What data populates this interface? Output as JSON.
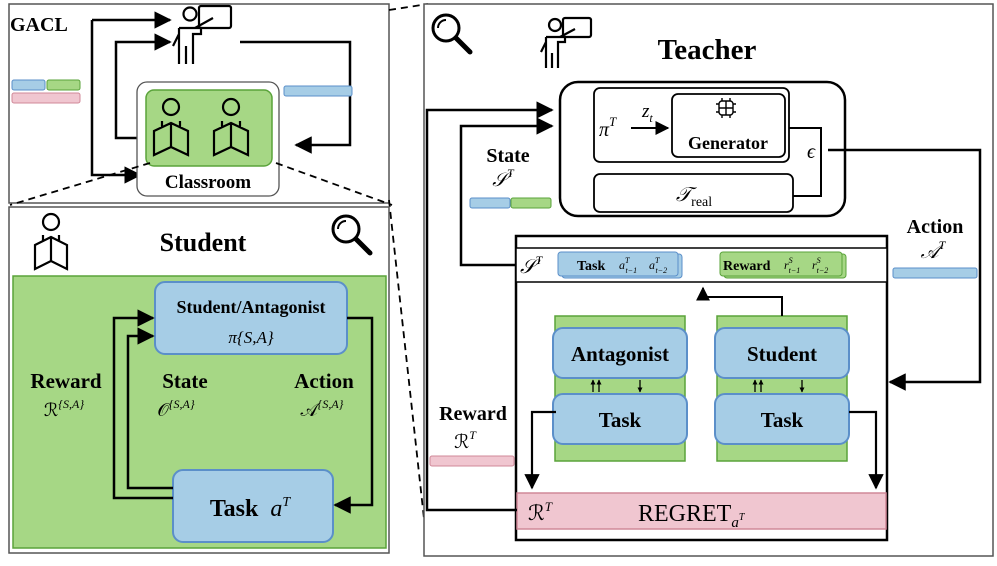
{
  "gacl": {
    "title": "GACL",
    "classroom_label": "Classroom"
  },
  "student_panel": {
    "title": "Student",
    "policy_box": {
      "label": "Student/Antagonist",
      "policy": "π{S,A}"
    },
    "task_box": {
      "label": "Task",
      "var": "a",
      "sup": "T"
    },
    "reward": {
      "label": "Reward",
      "symbol": "ℛ",
      "sup": "{S,A}"
    },
    "state": {
      "label": "State",
      "symbol": "𝒪",
      "sup": "{S,A}"
    },
    "action": {
      "label": "Action",
      "symbol": "𝒜",
      "sup": "{S,A}"
    }
  },
  "teacher_panel": {
    "title": "Teacher",
    "policy": {
      "symbol": "π",
      "sup": "T"
    },
    "latent": {
      "symbol": "z",
      "sub": "t"
    },
    "generator_label": "Generator",
    "noise": "ϵ",
    "real_tasks": {
      "symbol": "𝒯",
      "sub": "real"
    },
    "state": {
      "label": "State",
      "symbol": "𝒮",
      "sup": "T"
    },
    "action": {
      "label": "Action",
      "symbol": "𝒜",
      "sup": "T"
    },
    "reward": {
      "label": "Reward",
      "symbol": "ℛ",
      "sup": "T"
    },
    "state_bar": {
      "symbol": "𝒮",
      "sup": "T",
      "task_label": "Task",
      "task_terms": [
        {
          "v": "a",
          "sup": "T",
          "sub": "t−1"
        },
        {
          "v": "a",
          "sup": "T",
          "sub": "t−2"
        }
      ],
      "reward_label": "Reward",
      "reward_terms": [
        {
          "v": "r",
          "sup": "S",
          "sub": "t−1"
        },
        {
          "v": "r",
          "sup": "S",
          "sub": "t−2"
        }
      ]
    },
    "antagonist_label": "Antagonist",
    "student_label": "Student",
    "task_label": "Task",
    "regret": {
      "symbol": "ℛ",
      "sup": "T",
      "text": "REGRET",
      "sub_var": "a",
      "sub_sup": "T"
    }
  },
  "colors": {
    "blue": "#a6cde6",
    "blue_border": "#5b8fc9",
    "green": "#a6d785",
    "green_border": "#5aa33a",
    "pink": "#f0c6d0",
    "pink_border": "#d08898",
    "line": "#000000"
  }
}
